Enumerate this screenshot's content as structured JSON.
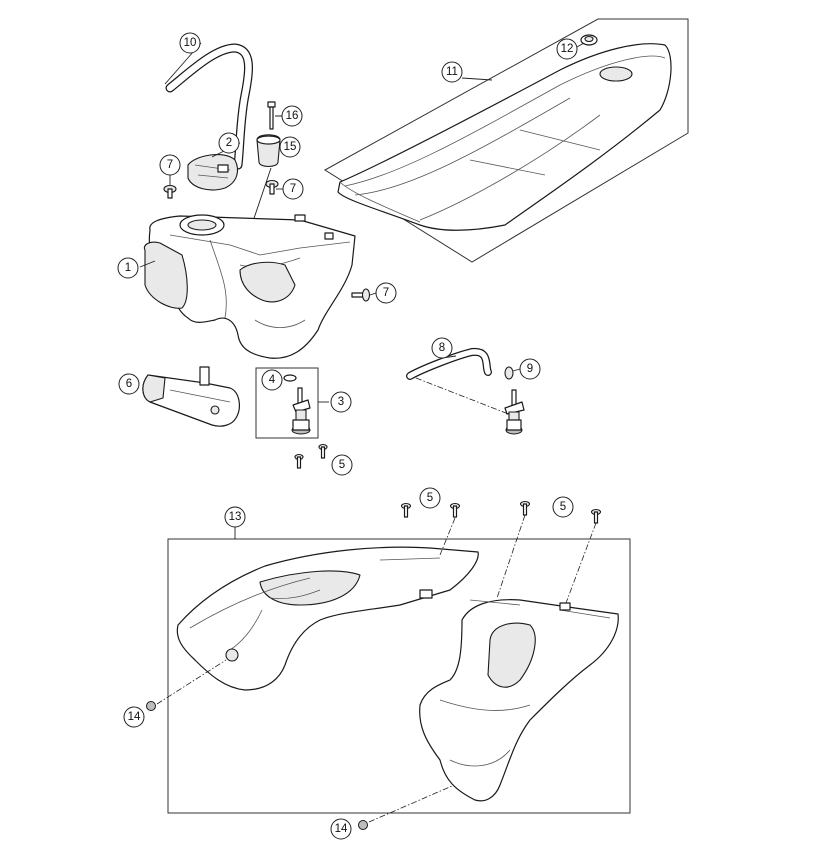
{
  "callouts": {
    "c1": "1",
    "c2": "2",
    "c3": "3",
    "c4": "4",
    "c5a": "5",
    "c5b": "5",
    "c5c": "5",
    "c6": "6",
    "c7a": "7",
    "c7b": "7",
    "c7c": "7",
    "c8": "8",
    "c9": "9",
    "c10": "10",
    "c11": "11",
    "c12": "12",
    "c13": "13",
    "c14a": "14",
    "c14b": "14",
    "c15": "15",
    "c16": "16"
  }
}
